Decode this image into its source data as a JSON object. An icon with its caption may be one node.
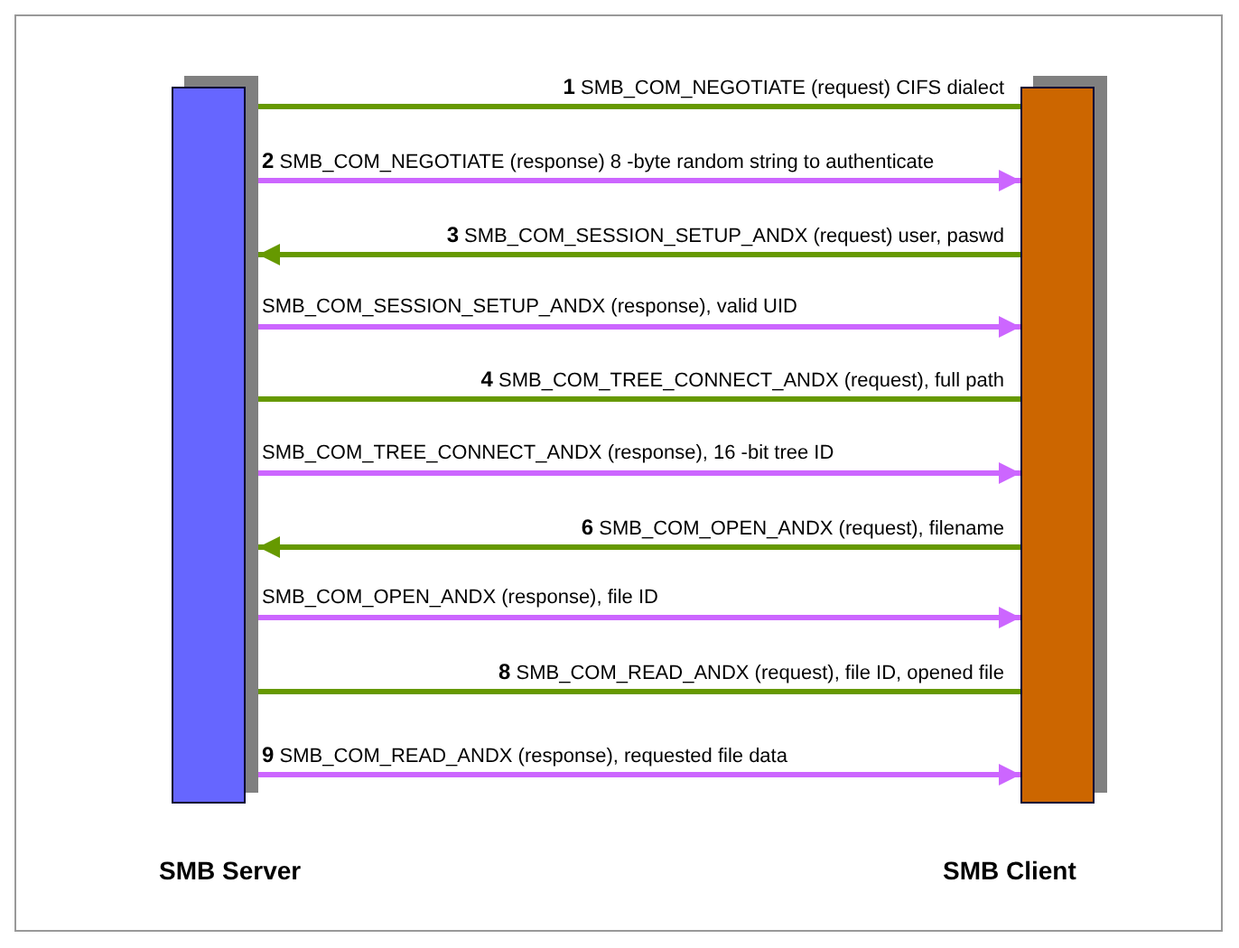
{
  "diagram": {
    "nodes": [
      {
        "text": [
          "SMB Server"
        ]
      },
      {
        "text": [
          "SMB Client"
        ]
      }
    ],
    "edges": [
      {
        "from": 1,
        "to": 0,
        "arrow": "none",
        "label": "**1** SMB_COM_NEGOTIATE (request) CIFS dialect",
        "color": "#669900"
      },
      {
        "from": 0,
        "to": 1,
        "arrow": "to",
        "label": "**2** SMB_COM_NEGOTIATE (response) 8 -byte random string to authenticate",
        "color": "#cc66ff"
      },
      {
        "from": 1,
        "to": 0,
        "arrow": "to",
        "label": "**3** SMB_COM_SESSION_SETUP_ANDX (request) user, paswd",
        "color": "#669900"
      },
      {
        "from": 0,
        "to": 1,
        "arrow": "to",
        "label": "SMB_COM_SESSION_SETUP_ANDX (response), valid UID",
        "color": "#cc66ff"
      },
      {
        "from": 1,
        "to": 0,
        "arrow": "none",
        "label": "**4** SMB_COM_TREE_CONNECT_ANDX (request), full path",
        "color": "#669900"
      },
      {
        "from": 0,
        "to": 1,
        "arrow": "to",
        "label": "SMB_COM_TREE_CONNECT_ANDX (response), 16 -bit tree ID",
        "color": "#cc66ff"
      },
      {
        "from": 1,
        "to": 0,
        "arrow": "to",
        "label": "**6** SMB_COM_OPEN_ANDX (request), filename",
        "color": "#669900"
      },
      {
        "from": 0,
        "to": 1,
        "arrow": "to",
        "label": "SMB_COM_OPEN_ANDX (response), file ID",
        "color": "#cc66ff"
      },
      {
        "from": 1,
        "to": 0,
        "arrow": "none",
        "label": "**8** SMB_COM_READ_ANDX (request), file ID, opened file",
        "color": "#669900"
      },
      {
        "from": 0,
        "to": 1,
        "arrow": "to",
        "label": "**9** SMB_COM_READ_ANDX (response), requested file data",
        "color": "#cc66ff"
      }
    ]
  }
}
